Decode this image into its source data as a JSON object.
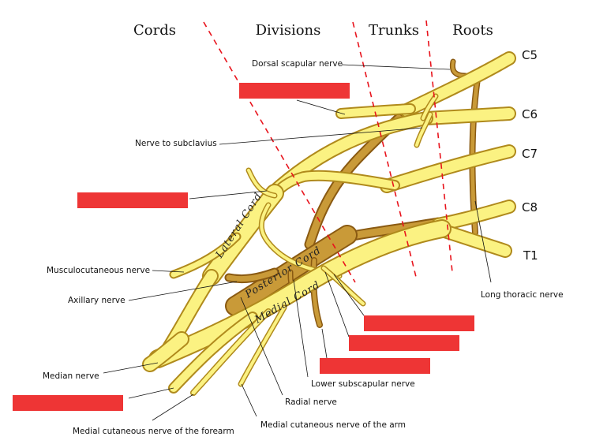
{
  "headers": {
    "cords": "Cords",
    "divisions": "Divisions",
    "trunks": "Trunks",
    "roots": "Roots"
  },
  "roots": [
    "C5",
    "C6",
    "C7",
    "C8",
    "T1"
  ],
  "cord_labels": {
    "lateral": "Lateral Cord",
    "posterior": "Posterior Cord",
    "medial": "Medial Cord"
  },
  "nerve_labels": {
    "dorsal_scapular": "Dorsal scapular nerve",
    "nerve_to_subclavius": "Nerve to subclavius",
    "musculocutaneous": "Musculocutaneous nerve",
    "axillary": "Axillary nerve",
    "median": "Median nerve",
    "medial_cutaneous_forearm": "Medial cutaneous nerve of the forearm",
    "medial_cutaneous_arm": "Medial cutaneous nerve of the arm",
    "radial": "Radial nerve",
    "lower_subscapular": "Lower subscapular nerve",
    "long_thoracic": "Long thoracic nerve"
  },
  "colors": {
    "nerve_yellow": "#fbf282",
    "nerve_yellow_outline": "#b08a1c",
    "posterior_brown": "#c99a38",
    "posterior_outline": "#8a5a12",
    "divider_red": "#e8141d",
    "hidden_label_red": "#ee3535"
  }
}
